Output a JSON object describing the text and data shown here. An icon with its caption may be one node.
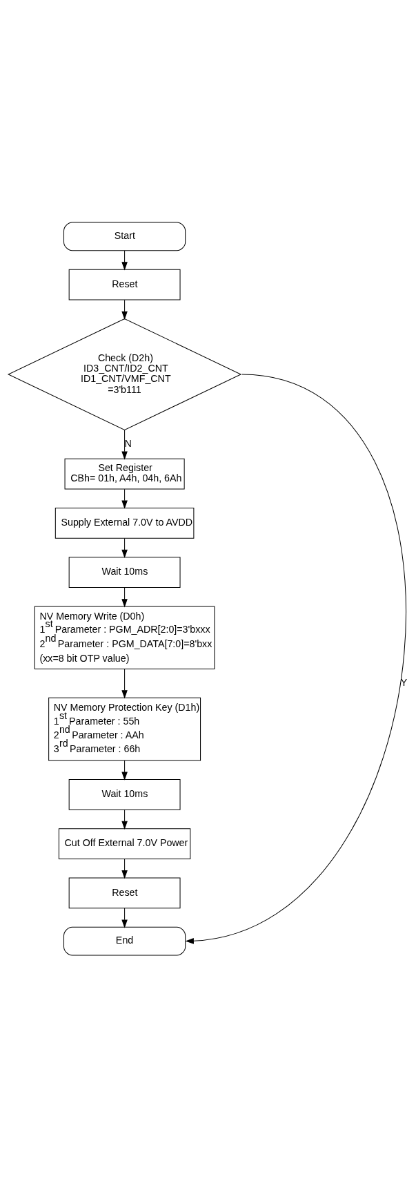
{
  "diagram": {
    "nodes": [
      {
        "text": [
          "Start"
        ]
      },
      {
        "text": [
          "Reset"
        ]
      },
      {
        "text": [
          "Check (D2h)",
          "ID3_CNT/ID2_CNT",
          "ID1_CNT/VMF_CNT",
          "=3'b111"
        ]
      },
      {
        "text": [
          "Set Register",
          "CBh= 01h, A4h, 04h, 6Ah"
        ]
      },
      {
        "text": [
          "Supply External 7.0V to AVDD"
        ]
      },
      {
        "text": [
          "Wait 10ms"
        ]
      },
      {
        "text": [
          "NV Memory Write (D0h)",
          "1$^{st}$ Parameter : PGM_ADR[2:0]=3'bxxx",
          "2$^{nd}$ Parameter : PGM_DATA[7:0]=8'bxx",
          "(xx=8 bit OTP value)"
        ]
      },
      {
        "text": [
          "NV Memory Protection Key (D1h)",
          "1$^{st}$ Parameter : 55h",
          "2$^{nd}$ Parameter : AAh",
          "3$^{rd}$ Parameter : 66h"
        ]
      },
      {
        "text": [
          "Wait 10ms"
        ]
      },
      {
        "text": [
          "Cut Off External 7.0V Power"
        ]
      },
      {
        "text": [
          "Reset"
        ]
      },
      {
        "text": [
          "End"
        ]
      }
    ],
    "edges": [
      {
        "from": 0,
        "to": 1,
        "arrow": "to"
      },
      {
        "from": 1,
        "to": 2,
        "arrow": "to"
      },
      {
        "from": 2,
        "to": 3,
        "arrow": "to",
        "label": "N"
      },
      {
        "from": 3,
        "to": 4,
        "arrow": "to"
      },
      {
        "from": 4,
        "to": 5,
        "arrow": "to"
      },
      {
        "from": 5,
        "to": 6,
        "arrow": "to"
      },
      {
        "from": 6,
        "to": 7,
        "arrow": "to"
      },
      {
        "from": 7,
        "to": 8,
        "arrow": "to"
      },
      {
        "from": 8,
        "to": 9,
        "arrow": "to"
      },
      {
        "from": 9,
        "to": 10,
        "arrow": "to"
      },
      {
        "from": 10,
        "to": 11,
        "arrow": "to"
      },
      {
        "from": 2,
        "to": 11,
        "arrow": "to",
        "label": "Y"
      }
    ]
  }
}
